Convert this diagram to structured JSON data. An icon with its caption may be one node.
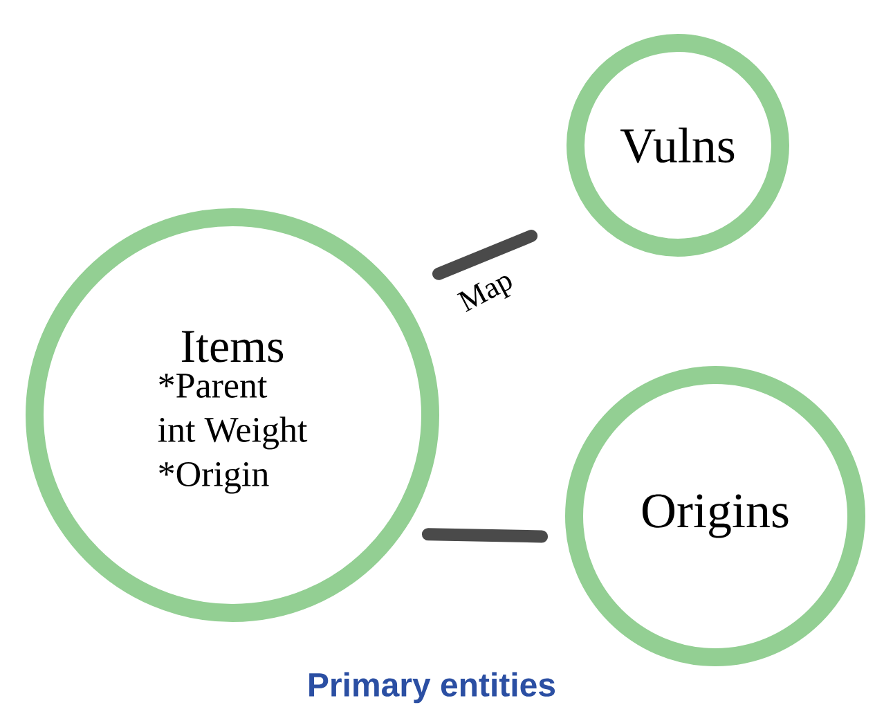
{
  "diagram": {
    "caption": "Primary entities",
    "nodes": [
      {
        "text": [
          "Items",
          "*Parent",
          "int Weight",
          "*Origin"
        ]
      },
      {
        "text": [
          "Vulns"
        ]
      },
      {
        "text": [
          "Origins"
        ]
      }
    ],
    "edges": [
      {
        "from": 0,
        "to": 1,
        "arrow": "none",
        "label": "Map"
      },
      {
        "from": 0,
        "to": 2,
        "arrow": "none"
      }
    ]
  }
}
